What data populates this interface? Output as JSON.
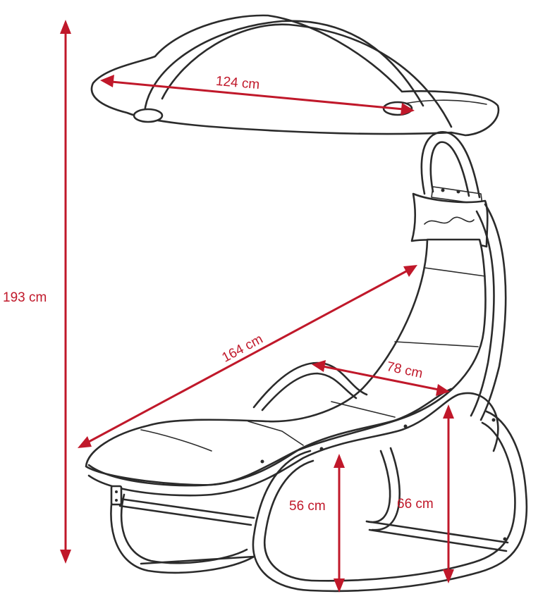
{
  "colors": {
    "dimension": "#c0182a",
    "outline": "#2b2b2b",
    "background": "#ffffff"
  },
  "dimensions": {
    "total_height": "193 cm",
    "canopy_width": "124 cm",
    "seat_length": "164 cm",
    "seat_width": "78 cm",
    "front_height": "56 cm",
    "rear_height": "66 cm"
  }
}
